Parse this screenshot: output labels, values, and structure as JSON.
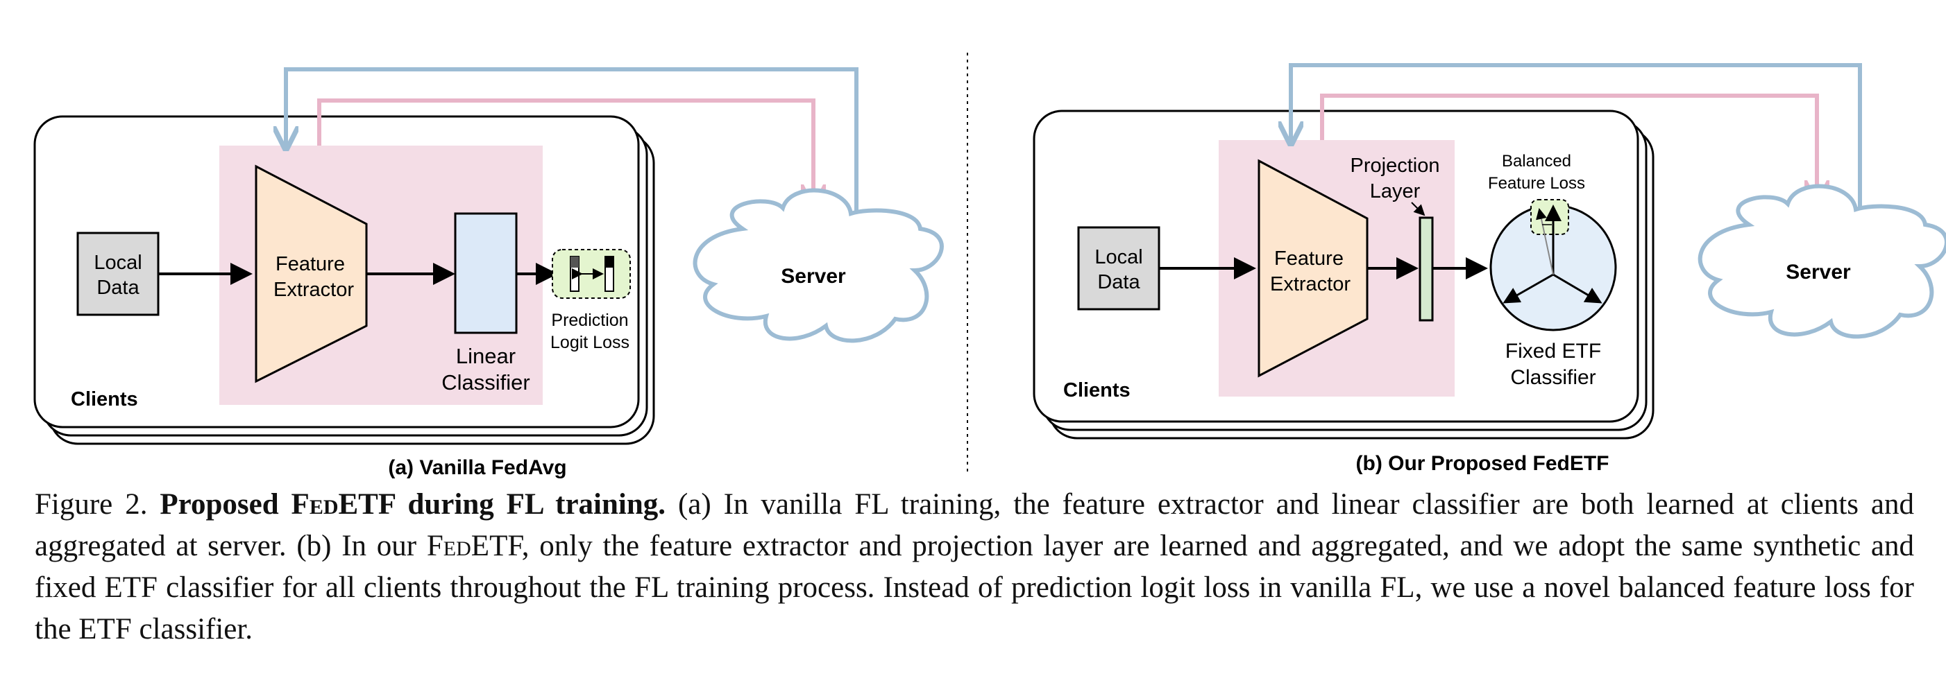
{
  "panel_a": {
    "title": "(a) Vanilla FedAvg",
    "local_data": [
      "Local",
      "Data"
    ],
    "feature_extractor": [
      "Feature",
      "Extractor"
    ],
    "linear_classifier": [
      "Linear",
      "Classifier"
    ],
    "loss": [
      "Prediction",
      "Logit Loss"
    ],
    "clients": "Clients",
    "server": "Server"
  },
  "panel_b": {
    "title": "(b) Our Proposed FedETF",
    "local_data": [
      "Local",
      "Data"
    ],
    "feature_extractor": [
      "Feature",
      "Extractor"
    ],
    "projection_layer": [
      "Projection",
      "Layer"
    ],
    "balanced_loss": [
      "Balanced",
      "Feature Loss"
    ],
    "etf_classifier": [
      "Fixed ETF",
      "Classifier"
    ],
    "clients": "Clients",
    "server": "Server"
  },
  "caption": {
    "figure_label": "Figure 2.",
    "bold_title_pre": "Proposed F",
    "bold_title_sc": "ed",
    "bold_title_post": "ETF during FL training.",
    "text_a": "(a) In vanilla FL training, the feature extractor and linear classifier are both learned at clients and aggregated at server.",
    "text_b_pre": "(b) In our F",
    "text_b_sc": "ed",
    "text_b_post": "ETF, only the feature extractor and projection layer are learned and aggregated, and we adopt the same synthetic and fixed ETF classifier for all clients throughout the FL training process. Instead of prediction logit loss in vanilla FL, we use a novel balanced feature loss for the ETF classifier."
  },
  "colors": {
    "blue_arrow": "#9dbcd4",
    "pink_arrow": "#e8b4c8",
    "pink_region": "#f4dde6",
    "extractor_fill": "#fde6cf",
    "classifier_fill": "#dce9f8",
    "green_fill": "#e4f5cf",
    "local_data_fill": "#d9d9d9",
    "projection_fill": "#d5ebd0",
    "etf_fill": "#e3eef9"
  }
}
